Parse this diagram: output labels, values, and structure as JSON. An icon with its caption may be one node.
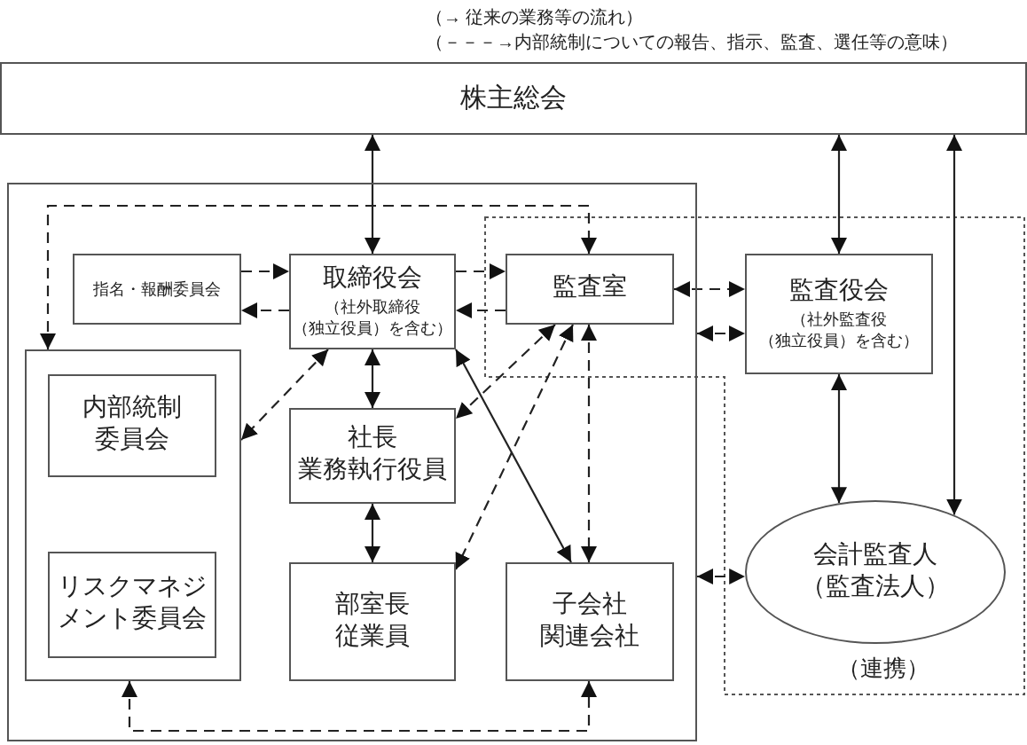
{
  "diagram": {
    "nodes": [
      {
        "text": [
          "株主総会"
        ]
      },
      {
        "text": [],
        "shape": "box"
      },
      {
        "text": [
          "指名・報酬委員会"
        ],
        "in": 1
      },
      {
        "text": [
          "取締役会",
          "（社外取締役（独立役員）を含む）"
        ],
        "in": 1
      },
      {
        "text": [
          "監査室"
        ],
        "in": 1
      },
      {
        "text": [],
        "shape": "box",
        "in": 1
      },
      {
        "text": [
          "内部統制委員会"
        ],
        "in": 5
      },
      {
        "text": [
          "リスクマネジメント委員会"
        ],
        "in": 5
      },
      {
        "text": [
          "社長業務執行役員"
        ],
        "in": 1
      },
      {
        "text": [
          "部室長従業員"
        ],
        "in": 1
      },
      {
        "text": [
          "子会社関連会社"
        ],
        "in": 1
      },
      {
        "text": [
          "監査役会",
          "（社外監査役（独立役員）を含む）"
        ]
      },
      {
        "text": [
          "会計監査人（監査法人）"
        ]
      }
    ],
    "edges": [
      {
        "from": 0,
        "to": 3,
        "arrow": "both"
      },
      {
        "from": 0,
        "to": 11,
        "arrow": "both"
      },
      {
        "from": 0,
        "to": 12,
        "arrow": "both"
      },
      {
        "from": 3,
        "to": 8,
        "arrow": "both"
      },
      {
        "from": 8,
        "to": 9,
        "arrow": "both"
      },
      {
        "from": 3,
        "to": 10,
        "arrow": "both"
      },
      {
        "from": 11,
        "to": 12,
        "arrow": "both"
      },
      {
        "from": 2,
        "to": 3,
        "arrow": "to",
        "style": "dashed"
      },
      {
        "from": 3,
        "to": 2,
        "arrow": "to",
        "style": "dashed"
      },
      {
        "from": 3,
        "to": 4,
        "arrow": "to",
        "style": "dashed"
      },
      {
        "from": 4,
        "to": 3,
        "arrow": "to",
        "style": "dashed"
      },
      {
        "from": 4,
        "to": 11,
        "arrow": "both",
        "style": "dashed"
      },
      {
        "from": 1,
        "to": 11,
        "arrow": "both",
        "style": "dashed"
      },
      {
        "from": 1,
        "to": 12,
        "arrow": "both",
        "style": "dashed"
      },
      {
        "from": 5,
        "to": 4,
        "arrow": "both",
        "style": "dashed"
      },
      {
        "from": 3,
        "to": 5,
        "arrow": "both",
        "style": "dashed"
      },
      {
        "from": 4,
        "to": 8,
        "arrow": "both",
        "style": "dashed"
      },
      {
        "from": 4,
        "to": 9,
        "arrow": "both",
        "style": "dashed"
      },
      {
        "from": 4,
        "to": 10,
        "arrow": "both",
        "style": "dashed"
      },
      {
        "from": 5,
        "to": 10,
        "arrow": "both",
        "style": "dashed"
      }
    ],
    "labels": [
      "（→ 従来の業務等の流れ）",
      "（－－－→内部統制についての報告、指示、監査、選任等の意味）",
      "（連携）"
    ]
  }
}
